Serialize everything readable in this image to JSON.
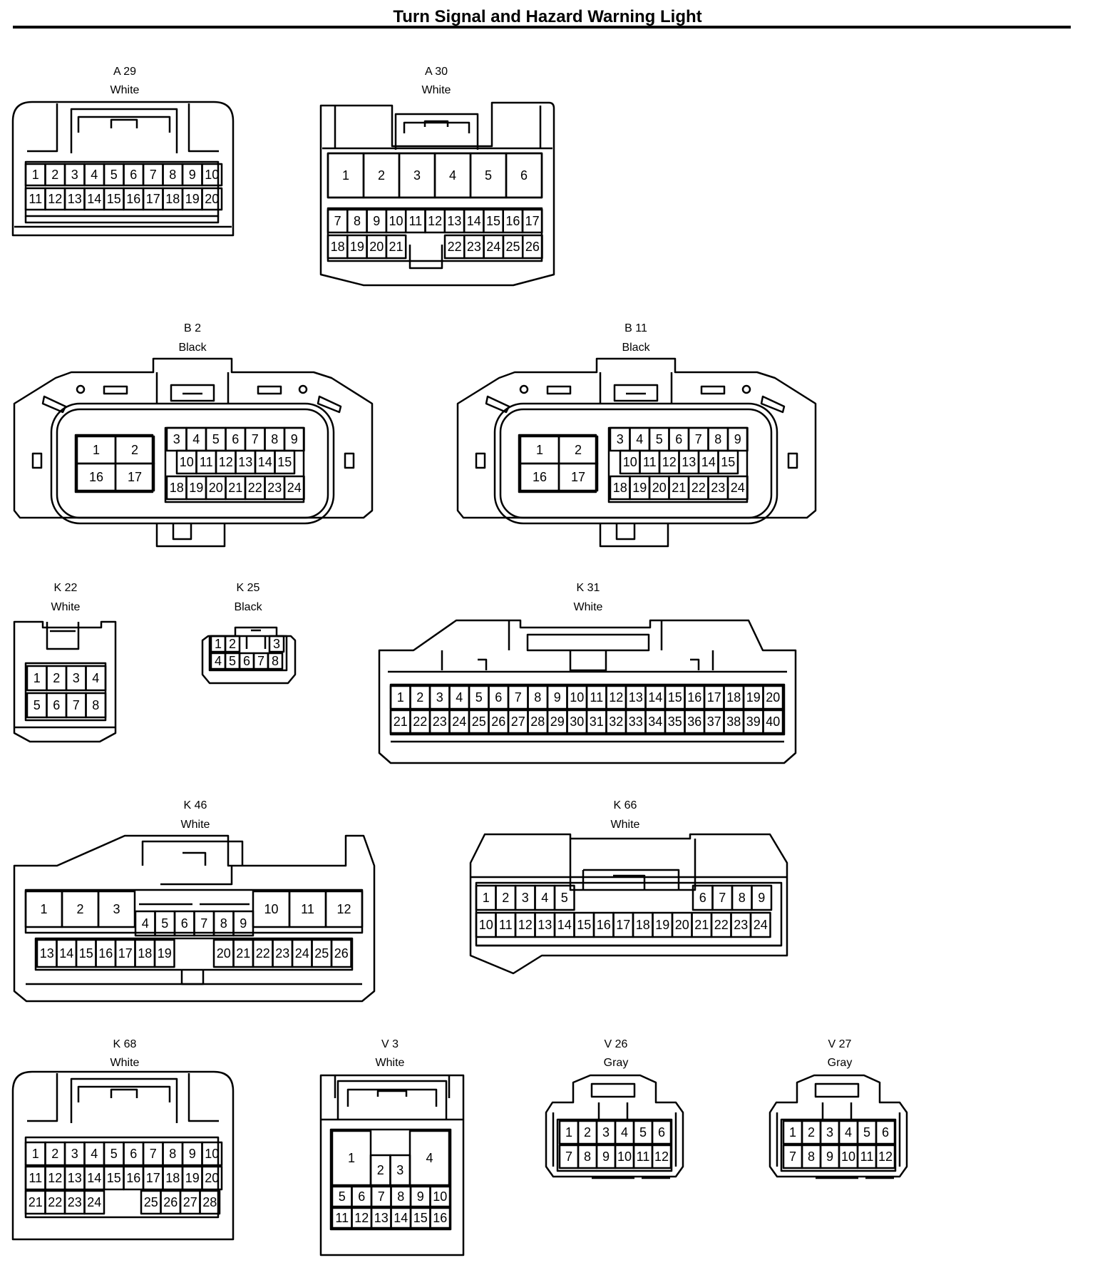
{
  "title": "Turn Signal and Hazard Warning Light",
  "connectors": [
    {
      "id": "A 29",
      "color": "White",
      "pins": [
        "1",
        "2",
        "3",
        "4",
        "5",
        "6",
        "7",
        "8",
        "9",
        "10",
        "11",
        "12",
        "13",
        "14",
        "15",
        "16",
        "17",
        "18",
        "19",
        "20"
      ]
    },
    {
      "id": "A 30",
      "color": "White",
      "pins": [
        "1",
        "2",
        "3",
        "4",
        "5",
        "6",
        "7",
        "8",
        "9",
        "10",
        "11",
        "12",
        "13",
        "14",
        "15",
        "16",
        "17",
        "18",
        "19",
        "20",
        "21",
        "22",
        "23",
        "24",
        "25",
        "26"
      ]
    },
    {
      "id": "B 2",
      "color": "Black",
      "pins": [
        "1",
        "2",
        "16",
        "17",
        "3",
        "4",
        "5",
        "6",
        "7",
        "8",
        "9",
        "10",
        "11",
        "12",
        "13",
        "14",
        "15",
        "18",
        "19",
        "20",
        "21",
        "22",
        "23",
        "24"
      ]
    },
    {
      "id": "B 11",
      "color": "Black",
      "pins": [
        "1",
        "2",
        "16",
        "17",
        "3",
        "4",
        "5",
        "6",
        "7",
        "8",
        "9",
        "10",
        "11",
        "12",
        "13",
        "14",
        "15",
        "18",
        "19",
        "20",
        "21",
        "22",
        "23",
        "24"
      ]
    },
    {
      "id": "K 22",
      "color": "White",
      "pins": [
        "1",
        "2",
        "3",
        "4",
        "5",
        "6",
        "7",
        "8"
      ]
    },
    {
      "id": "K 25",
      "color": "Black",
      "pins": [
        "1",
        "2",
        "3",
        "4",
        "5",
        "6",
        "7",
        "8"
      ]
    },
    {
      "id": "K 31",
      "color": "White",
      "pins": [
        "1",
        "2",
        "3",
        "4",
        "5",
        "6",
        "7",
        "8",
        "9",
        "10",
        "11",
        "12",
        "13",
        "14",
        "15",
        "16",
        "17",
        "18",
        "19",
        "20",
        "21",
        "22",
        "23",
        "24",
        "25",
        "26",
        "27",
        "28",
        "29",
        "30",
        "31",
        "32",
        "33",
        "34",
        "35",
        "36",
        "37",
        "38",
        "39",
        "40"
      ]
    },
    {
      "id": "K 46",
      "color": "White",
      "pins": [
        "1",
        "2",
        "3",
        "10",
        "11",
        "12",
        "4",
        "5",
        "6",
        "7",
        "8",
        "9",
        "13",
        "14",
        "15",
        "16",
        "17",
        "18",
        "19",
        "20",
        "21",
        "22",
        "23",
        "24",
        "25",
        "26"
      ]
    },
    {
      "id": "K 66",
      "color": "White",
      "pins": [
        "1",
        "2",
        "3",
        "4",
        "5",
        "6",
        "7",
        "8",
        "9",
        "10",
        "11",
        "12",
        "13",
        "14",
        "15",
        "16",
        "17",
        "18",
        "19",
        "20",
        "21",
        "22",
        "23",
        "24"
      ]
    },
    {
      "id": "K 68",
      "color": "White",
      "pins": [
        "1",
        "2",
        "3",
        "4",
        "5",
        "6",
        "7",
        "8",
        "9",
        "10",
        "11",
        "12",
        "13",
        "14",
        "15",
        "16",
        "17",
        "18",
        "19",
        "20",
        "21",
        "22",
        "23",
        "24",
        "25",
        "26",
        "27",
        "28"
      ]
    },
    {
      "id": "V 3",
      "color": "White",
      "pins": [
        "1",
        "4",
        "2",
        "3",
        "5",
        "6",
        "7",
        "8",
        "9",
        "10",
        "11",
        "12",
        "13",
        "14",
        "15",
        "16"
      ]
    },
    {
      "id": "V 26",
      "color": "Gray",
      "pins": [
        "1",
        "2",
        "3",
        "4",
        "5",
        "6",
        "7",
        "8",
        "9",
        "10",
        "11",
        "12"
      ]
    },
    {
      "id": "V 27",
      "color": "Gray",
      "pins": [
        "1",
        "2",
        "3",
        "4",
        "5",
        "6",
        "7",
        "8",
        "9",
        "10",
        "11",
        "12"
      ]
    }
  ]
}
